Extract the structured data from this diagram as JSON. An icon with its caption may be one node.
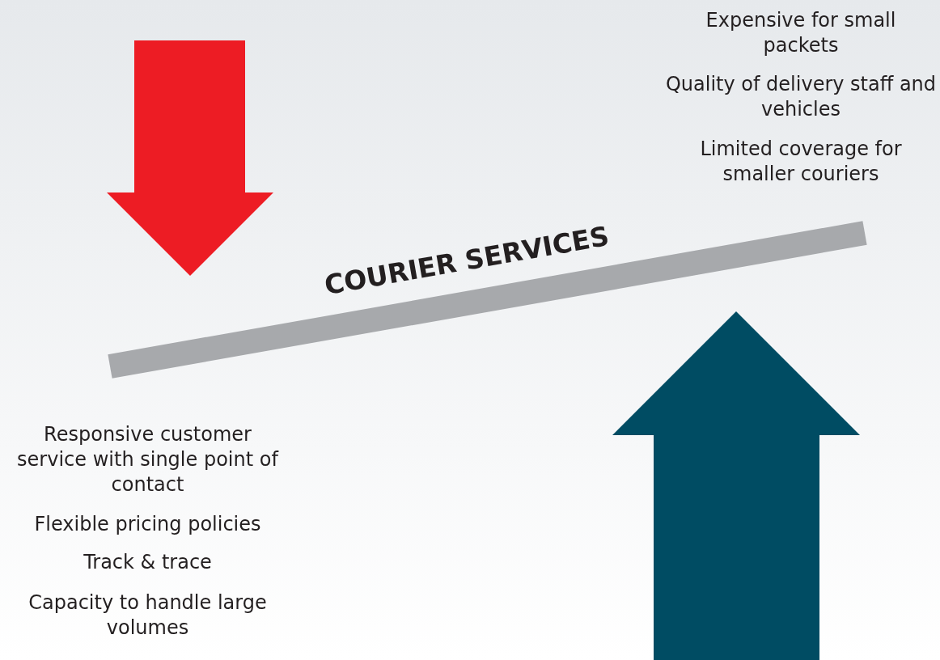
{
  "diagram": {
    "title": "COURIER SERVICES",
    "labels": [
      "Expensive for small packets",
      "Quality of delivery staff and vehicles",
      "Limited coverage for smaller couriers",
      "Responsive customer service with single point of contact",
      "Flexible pricing policies",
      "Track & trace",
      "Capacity to handle large volumes"
    ]
  }
}
